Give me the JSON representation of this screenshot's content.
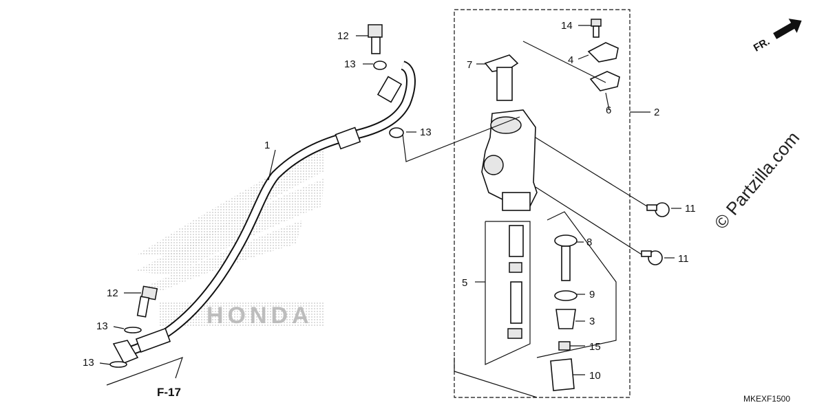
{
  "diagram": {
    "callouts": [
      {
        "id": "c-12-top",
        "text": "12"
      },
      {
        "id": "c-13-top",
        "text": "13"
      },
      {
        "id": "c-13-mid",
        "text": "13"
      },
      {
        "id": "c-1",
        "text": "1"
      },
      {
        "id": "c-12-low",
        "text": "12"
      },
      {
        "id": "c-13-low1",
        "text": "13"
      },
      {
        "id": "c-13-low2",
        "text": "13"
      },
      {
        "id": "c-7",
        "text": "7"
      },
      {
        "id": "c-14",
        "text": "14"
      },
      {
        "id": "c-4",
        "text": "4"
      },
      {
        "id": "c-6",
        "text": "6"
      },
      {
        "id": "c-2",
        "text": "2"
      },
      {
        "id": "c-11-a",
        "text": "11"
      },
      {
        "id": "c-11-b",
        "text": "11"
      },
      {
        "id": "c-5",
        "text": "5"
      },
      {
        "id": "c-8",
        "text": "8"
      },
      {
        "id": "c-9",
        "text": "9"
      },
      {
        "id": "c-3",
        "text": "3"
      },
      {
        "id": "c-15",
        "text": "15"
      },
      {
        "id": "c-10",
        "text": "10"
      }
    ],
    "reference": "F-17",
    "direction": "FR.",
    "diagram_code": "MKEXF1500",
    "watermark": "© Partzilla.com",
    "background_logo": "HONDA"
  }
}
